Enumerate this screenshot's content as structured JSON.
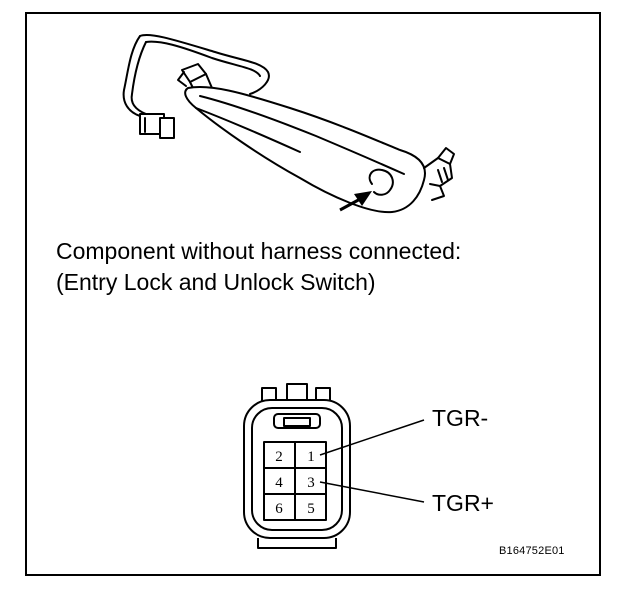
{
  "caption": {
    "line1": "Component without harness connected:",
    "line2": "(Entry Lock and Unlock Switch)"
  },
  "connector": {
    "pins": [
      {
        "number": "2",
        "name": ""
      },
      {
        "number": "1",
        "name": "TGR-"
      },
      {
        "number": "4",
        "name": ""
      },
      {
        "number": "3",
        "name": "TGR+"
      },
      {
        "number": "6",
        "name": ""
      },
      {
        "number": "5",
        "name": ""
      }
    ]
  },
  "labels": {
    "tgr_minus": "TGR-",
    "tgr_plus": "TGR+"
  },
  "figure_code": "B164752E01"
}
